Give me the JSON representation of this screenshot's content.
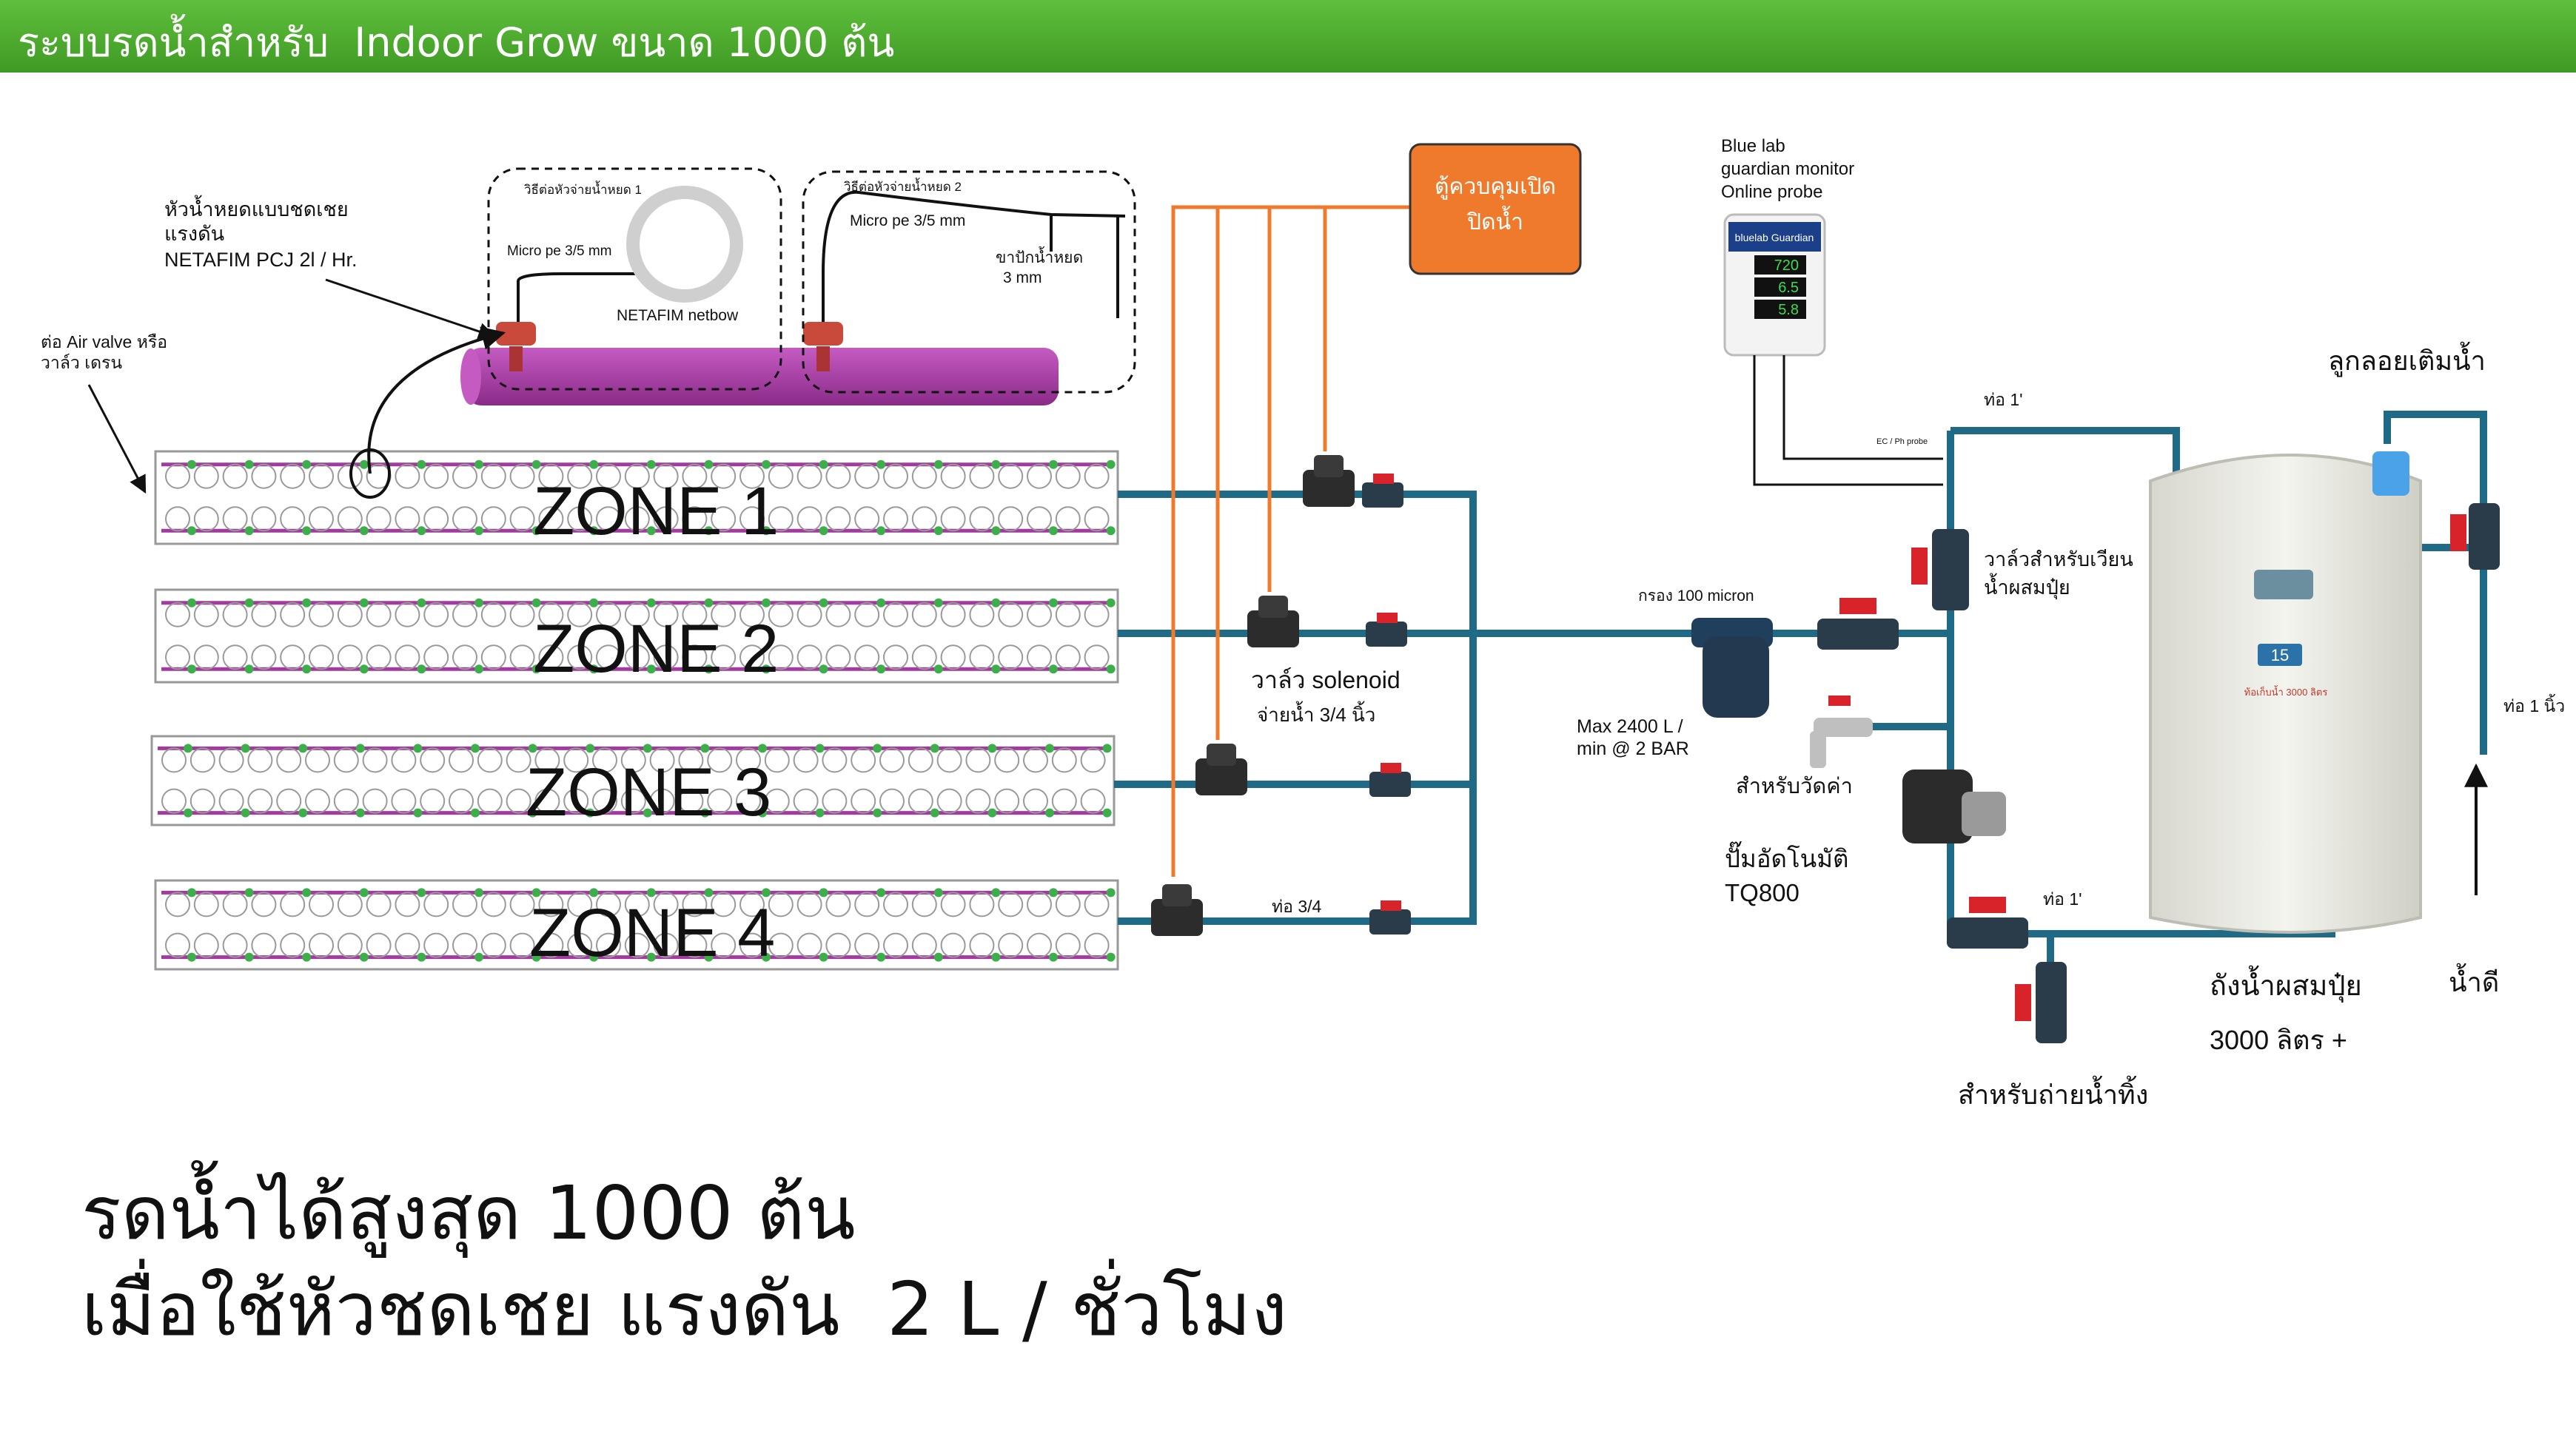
{
  "header": {
    "title": "ระบบรดน้ำสำหรับ  Indoor Grow ขนาด 1000 ต้น"
  },
  "zones": [
    {
      "label": "ZONE 1"
    },
    {
      "label": "ZONE 2"
    },
    {
      "label": "ZONE 3"
    },
    {
      "label": "ZONE 4"
    }
  ],
  "labels": {
    "dripper": [
      "หัวน้ำหยดแบบชดเชย",
      "แรงดัน",
      "NETAFIM PCJ 2l / Hr."
    ],
    "air_valve": [
      "ต่อ Air valve หรือ",
      "วาล์ว เดรน"
    ],
    "method1_title": "วิธีต่อหัวจ่ายน้ำหยด  1",
    "method1_pipe": "Micro pe 3/5 mm",
    "method1_netbow": "NETAFIM netbow",
    "method2_title": "วิธีต่อหัวจ่ายน้ำหยด  2",
    "method2_pipe": "Micro pe 3/5 mm",
    "method2_stake": [
      "ขาปักน้ำหยด",
      "3 mm"
    ],
    "control_box": [
      "ตู้ควบคุมเปิด",
      "ปิดน้ำ"
    ],
    "monitor": [
      "Blue lab",
      "guardian monitor",
      "Online probe"
    ],
    "monitor_brand": "bluelab Guardian",
    "monitor_readings": [
      "720",
      "6.5",
      "5.8"
    ],
    "ec_probe": "EC / Ph probe",
    "pipe_1in_top": "ท่อ 1'",
    "float_valve": "ลูกลอยเติมน้ำ",
    "circulation_valve": [
      "วาล์วสำหรับเวียน",
      "น้ำผสมปุ๋ย"
    ],
    "filter": "กรอง 100 micron",
    "filter_spec": [
      "Max 2400 L /",
      "min @ 2 BAR"
    ],
    "solenoid": "วาล์ว  solenoid",
    "solenoid_size": "จ่ายน้ำ 3/4 นิ้ว",
    "measure_tap": "สำหรับวัดค่า",
    "pump": [
      "ปั๊มอัดโนมัติ",
      "TQ800"
    ],
    "pipe_34": "ท่อ 3/4",
    "pipe_1in_bottom": "ท่อ 1'",
    "tank": [
      "ถังน้ำผสมปุ๋ย",
      "3000 ลิตร +"
    ],
    "tank_capacity": "ท้อเก็บน้ำ 3000 ลิตร",
    "tank_badge": "15",
    "clean_water": "น้ำดี",
    "pipe_1in_right": "ท่อ 1 นิ้ว",
    "drain": "สำหรับถ่ายน้ำทิ้ง"
  },
  "footer": {
    "line1": "รดน้ำได้สูงสุด 1000 ต้น",
    "line2": "เมื่อใช้หัวชดเชย แรงดัน  2 L / ชั่วโมง"
  },
  "colors": {
    "header": "#4caf2c",
    "pipe": "#1f6a86",
    "control_wire": "#f07a2c",
    "control_box": "#f07a2c",
    "drip_line": "#a23aa0",
    "dripper_body": "#c94a3a",
    "valve_handle": "#d8232a"
  }
}
